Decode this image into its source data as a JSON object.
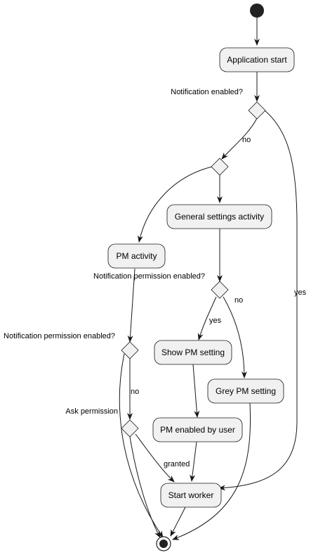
{
  "nodes": {
    "application_start": "Application start",
    "general_settings": "General settings activity",
    "pm_activity": "PM activity",
    "show_pm_setting": "Show PM setting",
    "grey_pm_setting": "Grey PM setting",
    "pm_enabled_by_user": "PM enabled by user",
    "start_worker": "Start worker"
  },
  "decisions": {
    "notification_enabled": "Notification enabled?",
    "notification_permission_enabled_1": "Notification permission enabled?",
    "notification_permission_enabled_2": "Notification permission enabled?",
    "ask_permission": "Ask permission"
  },
  "edges": {
    "no_1": "no",
    "yes_1": "yes",
    "yes_2": "yes",
    "no_2": "no",
    "no_3": "no",
    "granted": "granted"
  }
}
